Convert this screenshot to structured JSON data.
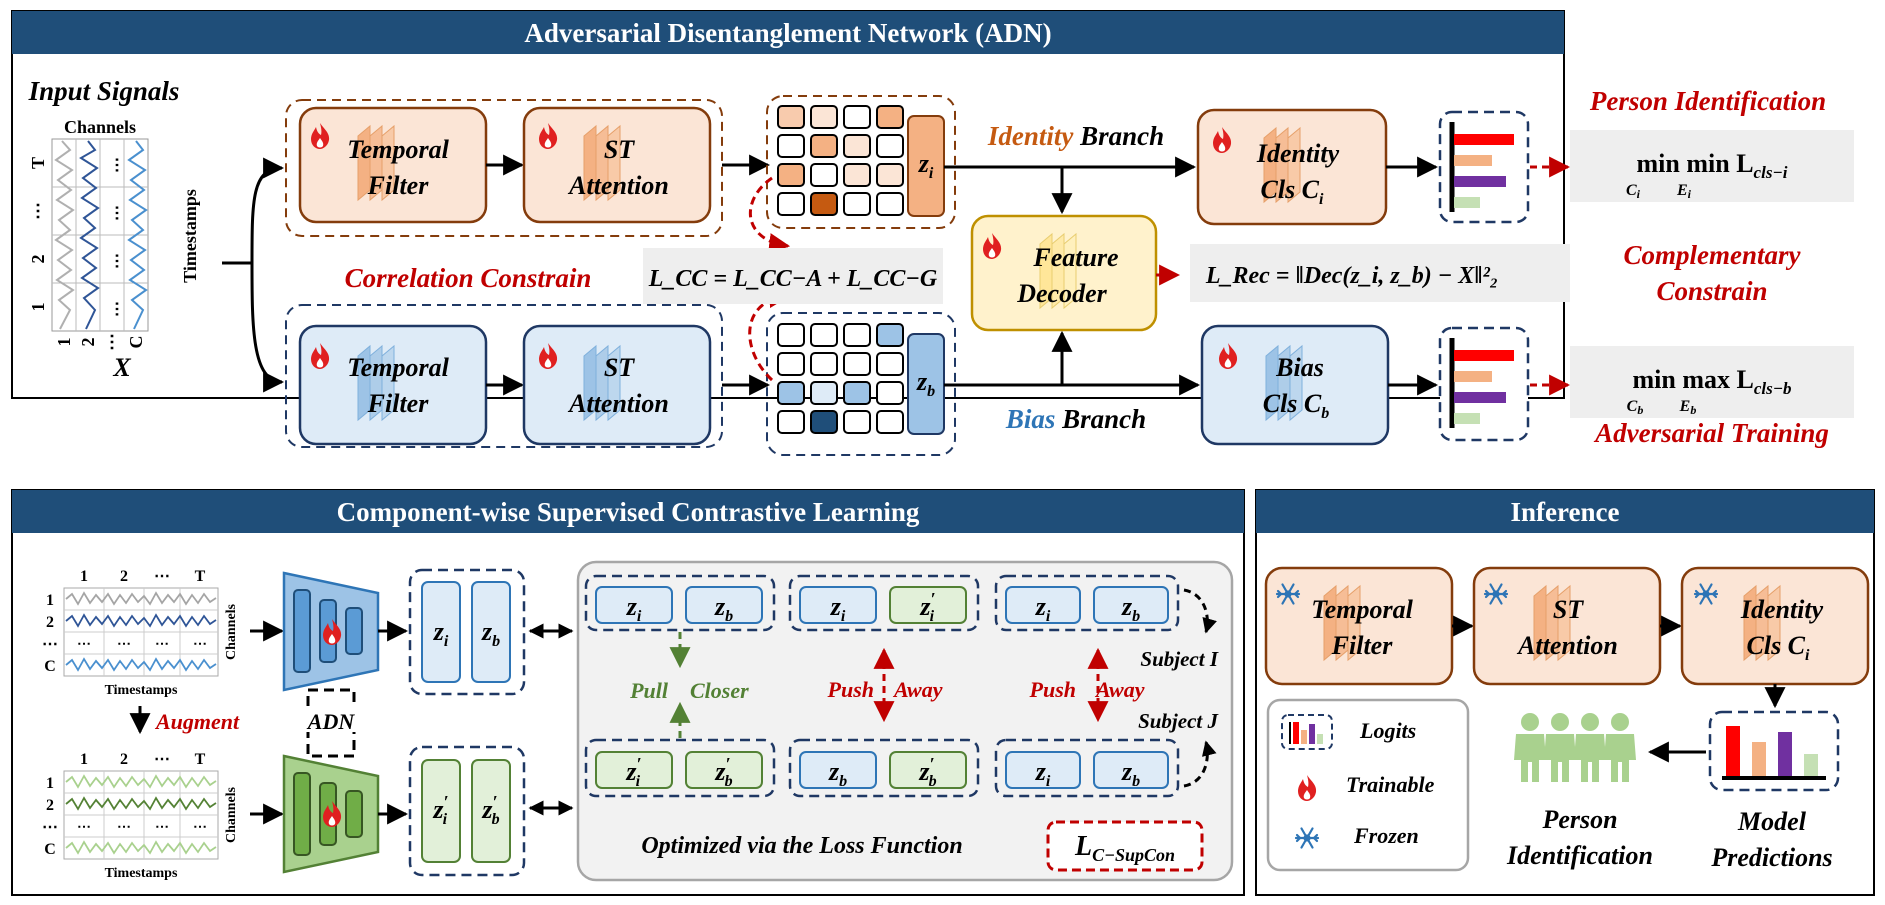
{
  "colors": {
    "header_blue": "#1f4e79",
    "accent_red": "#c00000",
    "identity_orange": "#c55a11",
    "bias_blue": "#2e75b6",
    "pull_green": "#538135",
    "frozen_blue": "#2e75b6"
  },
  "adn": {
    "title": "Adversarial Disentanglement Network (ADN)",
    "input_title": "Input Signals",
    "input_channels": "Channels",
    "input_timestamps": "Timestamps",
    "input_x": "X",
    "row_labels": [
      "T",
      "⋯",
      "2",
      "1"
    ],
    "col_labels": [
      "1",
      "2",
      "⋯",
      "C"
    ],
    "dots": "⋯",
    "temporal_filter": [
      "Temporal",
      "Filter"
    ],
    "st_attention": [
      "ST",
      "Attention"
    ],
    "z_i": "z",
    "z_i_sub": "i",
    "z_b": "z",
    "z_b_sub": "b",
    "identity_word": "Identity",
    "bias_word": "Bias",
    "branch_word": "Branch",
    "correlation_constrain": "Correlation Constrain",
    "lcc_formula": "L_CC = L_CC−A + L_CC−G",
    "feature_decoder": [
      "Feature",
      "Decoder"
    ],
    "lrec_formula": "L_Rec = ‖Dec(z_i, z_b) − X‖²₂",
    "identity_cls": [
      "Identity",
      "Cls C"
    ],
    "identity_cls_sub": "i",
    "bias_cls": [
      "Bias",
      "Cls C"
    ],
    "bias_cls_sub": "b",
    "person_identification": "Person Identification",
    "complementary_constrain": [
      "Complementary",
      "Constrain"
    ],
    "adversarial_training": "Adversarial Training",
    "loss_i": "min min L",
    "loss_i_subs": [
      "C",
      "i",
      "E",
      "i",
      "cls−i"
    ],
    "loss_b": "min max L",
    "loss_b_subs": [
      "C",
      "b",
      "E",
      "b",
      "cls−b"
    ]
  },
  "cscl": {
    "title": "Component-wise Supervised Contrastive Learning",
    "col_labels": [
      "1",
      "2",
      "⋯",
      "T"
    ],
    "row_labels": [
      "1",
      "2",
      "⋯",
      "C"
    ],
    "channels": "Channels",
    "timestamps": "Timestamps",
    "augment": "Augment",
    "adn": "ADN",
    "pull_closer": [
      "Pull",
      "Closer"
    ],
    "push_away": [
      "Push",
      "Away"
    ],
    "subject_i": "Subject I",
    "subject_j": "Subject J",
    "optimized": "Optimized via the Loss Function",
    "loss": "L",
    "loss_sub": "C−SupCon",
    "z": "z",
    "sub_i": "i",
    "sub_b": "b",
    "prime": "′"
  },
  "inference": {
    "title": "Inference",
    "temporal_filter": [
      "Temporal",
      "Filter"
    ],
    "st_attention": [
      "ST",
      "Attention"
    ],
    "identity_cls": [
      "Identity",
      "Cls C"
    ],
    "identity_cls_sub": "i",
    "legend": [
      "Logits",
      "Trainable",
      "Frozen"
    ],
    "person_identification": [
      "Person",
      "Identification"
    ],
    "model_predictions": [
      "Model",
      "Predictions"
    ]
  }
}
